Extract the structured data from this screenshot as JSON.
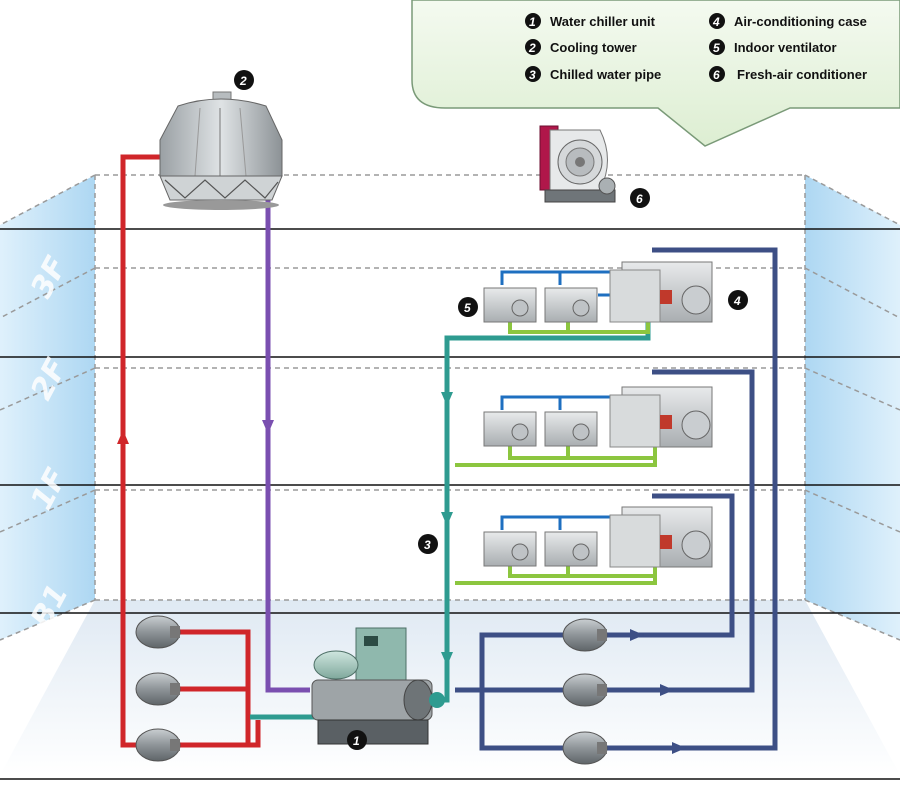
{
  "legend": {
    "items": [
      {
        "num": "1",
        "label": "Water chiller unit"
      },
      {
        "num": "2",
        "label": "Cooling tower"
      },
      {
        "num": "3",
        "label": "Chilled water pipe"
      },
      {
        "num": "4",
        "label": "Air-conditioning case"
      },
      {
        "num": "5",
        "label": "Indoor ventilator"
      },
      {
        "num": "6",
        "label": "Fresh-air conditioner"
      }
    ]
  },
  "floors": [
    "3F",
    "2F",
    "1F",
    "B1"
  ],
  "markers": {
    "chiller": "1",
    "tower": "2",
    "pipe": "3",
    "ac_case": "4",
    "ventilator": "5",
    "fresh_air": "6"
  },
  "colors": {
    "hot_water": "#d0262a",
    "condenser_water": "#7a4fb0",
    "chilled_water": "#2e9b90",
    "return_water": "#3d4f85",
    "coil_pipe": "#8cc63f",
    "blue_pipe": "#1e6fc0",
    "wall_blue": "#bfe0f6"
  }
}
